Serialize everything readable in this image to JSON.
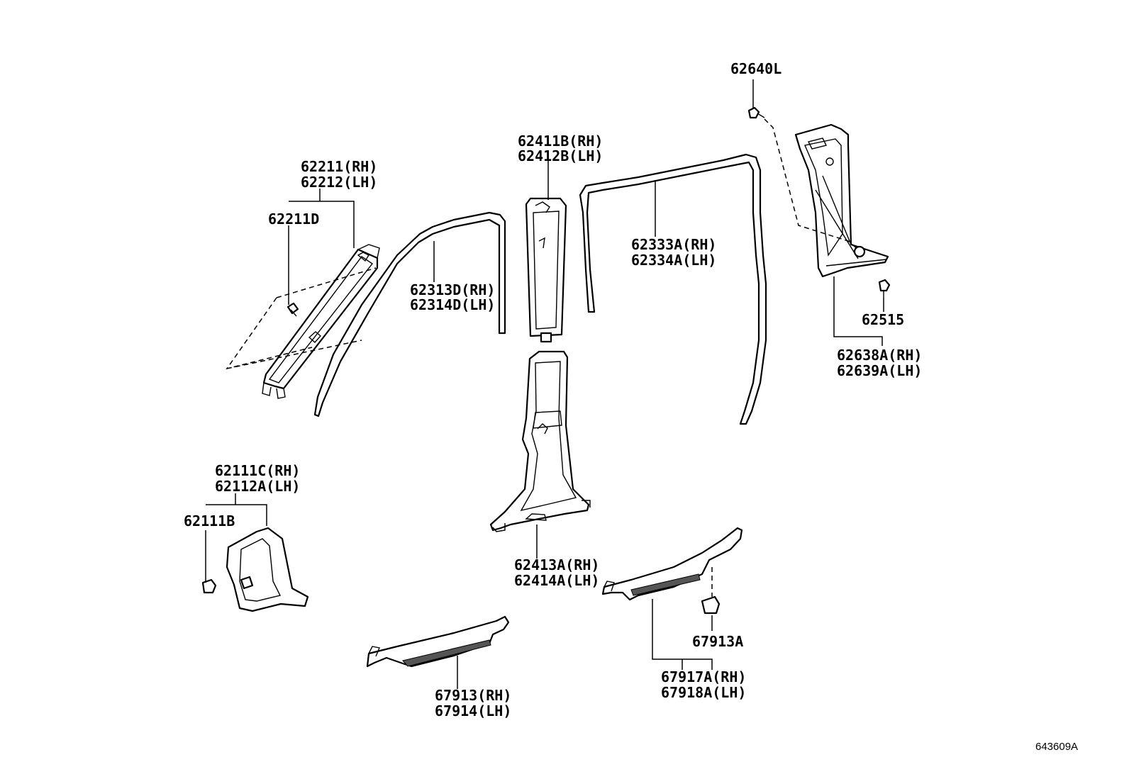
{
  "diagram_code": "643609A",
  "labels": {
    "l62640L": "62640L",
    "l62411B": "62411B(RH)",
    "l62412B": "62412B(LH)",
    "l62211": "62211(RH)",
    "l62212": "62212(LH)",
    "l62211D": "62211D",
    "l62313D": "62313D(RH)",
    "l62314D": "62314D(LH)",
    "l62333A": "62333A(RH)",
    "l62334A": "62334A(LH)",
    "l62515": "62515",
    "l62638A": "62638A(RH)",
    "l62639A": "62639A(LH)",
    "l62111C": "62111C(RH)",
    "l62112A": "62112A(LH)",
    "l62111B": "62111B",
    "l62413A": "62413A(RH)",
    "l62414A": "62414A(LH)",
    "l67913A": "67913A",
    "l67917A": "67917A(RH)",
    "l67918A": "67918A(LH)",
    "l67913": "67913(RH)",
    "l67914": "67914(LH)"
  }
}
